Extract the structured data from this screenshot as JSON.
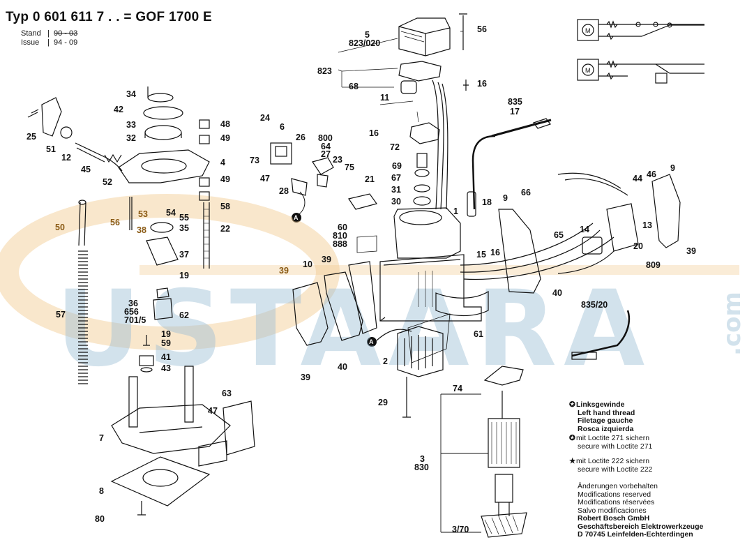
{
  "header": {
    "title": "Typ 0 601 611 7 . . = GOF 1700 E",
    "stand_label": "Stand",
    "stand_value": "90 - 03",
    "issue_label": "Issue",
    "issue_value": "94 - 09"
  },
  "watermark": {
    "text": "USTAARA",
    "suffix": ".com"
  },
  "callouts": [
    {
      "id": "c5",
      "text": "5"
    },
    {
      "id": "c823020",
      "text": "823/020"
    },
    {
      "id": "c56a",
      "text": "56"
    },
    {
      "id": "c823",
      "text": "823"
    },
    {
      "id": "c68",
      "text": "68"
    },
    {
      "id": "c16a",
      "text": "16"
    },
    {
      "id": "c835",
      "text": "835"
    },
    {
      "id": "c17",
      "text": "17"
    },
    {
      "id": "c11",
      "text": "11"
    },
    {
      "id": "c34",
      "text": "34"
    },
    {
      "id": "c42",
      "text": "42"
    },
    {
      "id": "c33",
      "text": "33"
    },
    {
      "id": "c32",
      "text": "32"
    },
    {
      "id": "c48",
      "text": "48"
    },
    {
      "id": "c49a",
      "text": "49"
    },
    {
      "id": "c4",
      "text": "4"
    },
    {
      "id": "c49b",
      "text": "49"
    },
    {
      "id": "c58",
      "text": "58"
    },
    {
      "id": "c22",
      "text": "22"
    },
    {
      "id": "c25",
      "text": "25"
    },
    {
      "id": "c51",
      "text": "51"
    },
    {
      "id": "c12",
      "text": "12"
    },
    {
      "id": "c45",
      "text": "45"
    },
    {
      "id": "c52",
      "text": "52"
    },
    {
      "id": "c53",
      "text": "53"
    },
    {
      "id": "c54",
      "text": "54"
    },
    {
      "id": "c55",
      "text": "55"
    },
    {
      "id": "c50",
      "text": "50"
    },
    {
      "id": "c56b",
      "text": "56"
    },
    {
      "id": "c38",
      "text": "38"
    },
    {
      "id": "c35",
      "text": "35"
    },
    {
      "id": "c37",
      "text": "37"
    },
    {
      "id": "c19a",
      "text": "19"
    },
    {
      "id": "c36",
      "text": "36"
    },
    {
      "id": "c656",
      "text": "656"
    },
    {
      "id": "c7015",
      "text": "701/5"
    },
    {
      "id": "c62",
      "text": "62"
    },
    {
      "id": "c57",
      "text": "57"
    },
    {
      "id": "c19b",
      "text": "19"
    },
    {
      "id": "c59",
      "text": "59"
    },
    {
      "id": "c41",
      "text": "41"
    },
    {
      "id": "c43",
      "text": "43"
    },
    {
      "id": "c7",
      "text": "7"
    },
    {
      "id": "c47a",
      "text": "47"
    },
    {
      "id": "c63",
      "text": "63"
    },
    {
      "id": "c8",
      "text": "8"
    },
    {
      "id": "c80",
      "text": "80"
    },
    {
      "id": "c24",
      "text": "24"
    },
    {
      "id": "c6",
      "text": "6"
    },
    {
      "id": "c26",
      "text": "26"
    },
    {
      "id": "c800",
      "text": "800"
    },
    {
      "id": "c64",
      "text": "64"
    },
    {
      "id": "c27",
      "text": "27"
    },
    {
      "id": "c73",
      "text": "73"
    },
    {
      "id": "c23",
      "text": "23"
    },
    {
      "id": "c75",
      "text": "75"
    },
    {
      "id": "c47b",
      "text": "47"
    },
    {
      "id": "c28",
      "text": "28"
    },
    {
      "id": "c21",
      "text": "21"
    },
    {
      "id": "c16b",
      "text": "16"
    },
    {
      "id": "c72",
      "text": "72"
    },
    {
      "id": "c69",
      "text": "69"
    },
    {
      "id": "c67",
      "text": "67"
    },
    {
      "id": "c31",
      "text": "31"
    },
    {
      "id": "c30",
      "text": "30"
    },
    {
      "id": "c18",
      "text": "18"
    },
    {
      "id": "c1",
      "text": "1"
    },
    {
      "id": "c60",
      "text": "60"
    },
    {
      "id": "c810",
      "text": "810"
    },
    {
      "id": "c888",
      "text": "888"
    },
    {
      "id": "c66",
      "text": "66"
    },
    {
      "id": "c9a",
      "text": "9"
    },
    {
      "id": "c44",
      "text": "44"
    },
    {
      "id": "c46",
      "text": "46"
    },
    {
      "id": "c9b",
      "text": "9"
    },
    {
      "id": "c14",
      "text": "14"
    },
    {
      "id": "c13",
      "text": "13"
    },
    {
      "id": "c20",
      "text": "20"
    },
    {
      "id": "c39a",
      "text": "39"
    },
    {
      "id": "c65",
      "text": "65"
    },
    {
      "id": "c15",
      "text": "15"
    },
    {
      "id": "c16c",
      "text": "16"
    },
    {
      "id": "c809",
      "text": "809"
    },
    {
      "id": "c39b",
      "text": "39"
    },
    {
      "id": "c10",
      "text": "10"
    },
    {
      "id": "c39c",
      "text": "39"
    },
    {
      "id": "c40a",
      "text": "40"
    },
    {
      "id": "c83520",
      "text": "835/20"
    },
    {
      "id": "c61",
      "text": "61"
    },
    {
      "id": "c2",
      "text": "2"
    },
    {
      "id": "c39d",
      "text": "39"
    },
    {
      "id": "c40b",
      "text": "40"
    },
    {
      "id": "c29",
      "text": "29"
    },
    {
      "id": "c74",
      "text": "74"
    },
    {
      "id": "c3",
      "text": "3"
    },
    {
      "id": "c830",
      "text": "830"
    },
    {
      "id": "c370",
      "text": "3/70"
    },
    {
      "id": "cA1",
      "text": "A"
    },
    {
      "id": "cA2",
      "text": "A"
    }
  ],
  "legend": {
    "left_hand": [
      "Linksgewinde",
      "Left hand thread",
      "Filetage gauche",
      "Rosca izquierda"
    ],
    "loctite271": [
      "mit Loctite 271 sichern",
      "secure with Loctite 271"
    ],
    "loctite222": [
      "mit Loctite 222 sichern",
      "secure with Loctite 222"
    ],
    "modifications": [
      "Änderungen vorbehalten",
      "Modifications reserved",
      "Modifications réservées",
      "Salvo modificaciones"
    ],
    "company": [
      "Robert Bosch GmbH",
      "Geschäftsbereich Elektrowerkzeuge",
      "D 70745 Leinfelden-Echterdingen"
    ]
  },
  "colors": {
    "ink": "#111111",
    "watermark_blue": "#9dbfd6",
    "watermark_orange": "#f1c98d",
    "highlight": "#8a5a14"
  }
}
